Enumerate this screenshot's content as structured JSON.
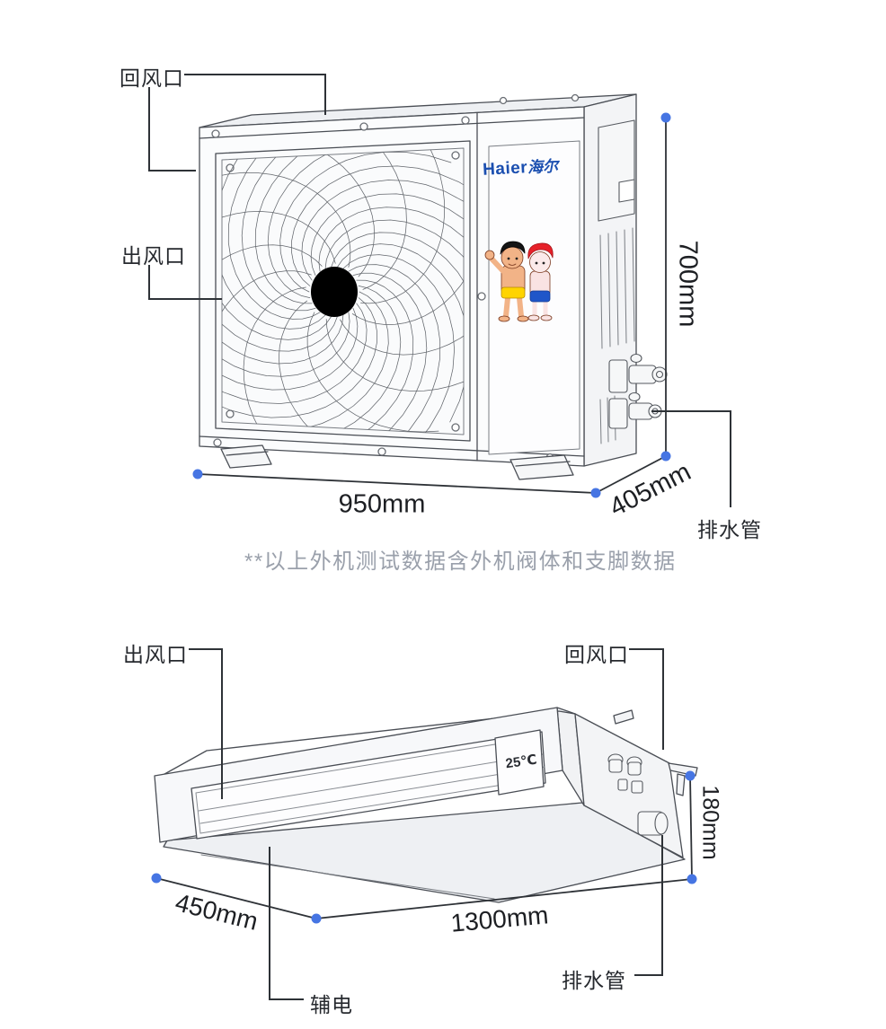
{
  "outdoor_unit": {
    "label_return_air": "回风口",
    "label_air_outlet": "出风口",
    "label_drain_pipe": "排水管",
    "dim_height": "700mm",
    "dim_width": "950mm",
    "dim_depth": "405mm",
    "brand_logo_en": "Haier",
    "brand_logo_cn": "海尔",
    "note": "**以上外机测试数据含外机阀体和支脚数据"
  },
  "indoor_unit": {
    "label_air_outlet": "出风口",
    "label_return_air": "回风口",
    "label_drain_pipe": "排水管",
    "label_aux_electric": "辅电",
    "dim_length": "1300mm",
    "dim_depth": "450mm",
    "dim_height": "180mm",
    "display_temperature": "25℃"
  },
  "colors": {
    "dot_blue": "#4675e3",
    "haier_blue": "#1b4fb0",
    "note_gray": "#9aa0ab",
    "line_dark": "#2e3237"
  }
}
